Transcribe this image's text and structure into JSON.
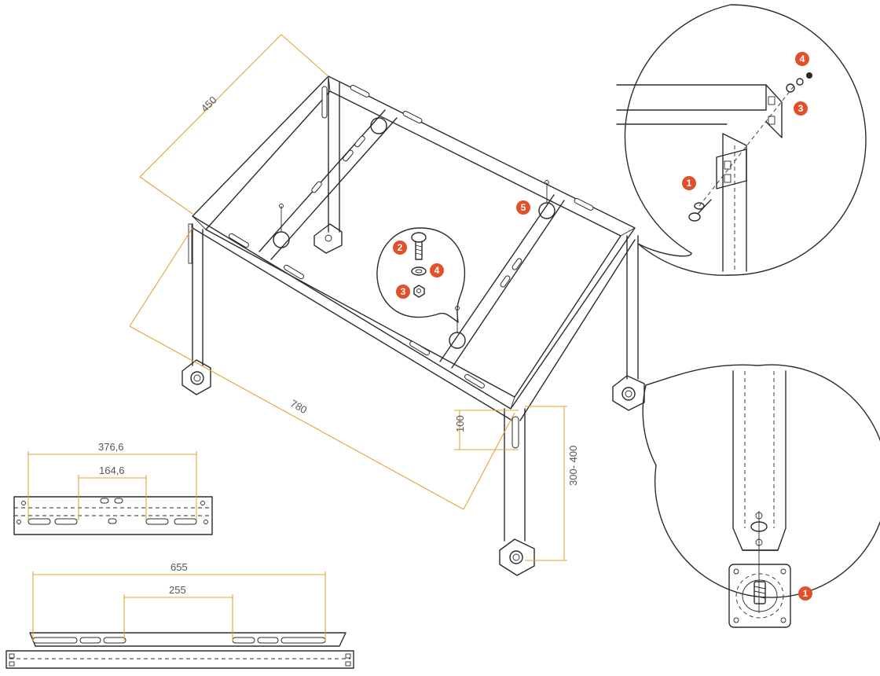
{
  "dimensions": {
    "depth": "450",
    "length": "780",
    "leg_adjust": "100",
    "height_range": "300- 400",
    "short_rail_outer": "376,6",
    "short_rail_inner": "164,6",
    "long_rail_outer": "655",
    "long_rail_inner": "255"
  },
  "parts": {
    "p1": "1",
    "p2": "2",
    "p3": "3",
    "p4": "4",
    "p5": "5"
  },
  "colors": {
    "dimension": "#e6a336",
    "badge": "#e0502a",
    "line": "#2b2b2b"
  }
}
